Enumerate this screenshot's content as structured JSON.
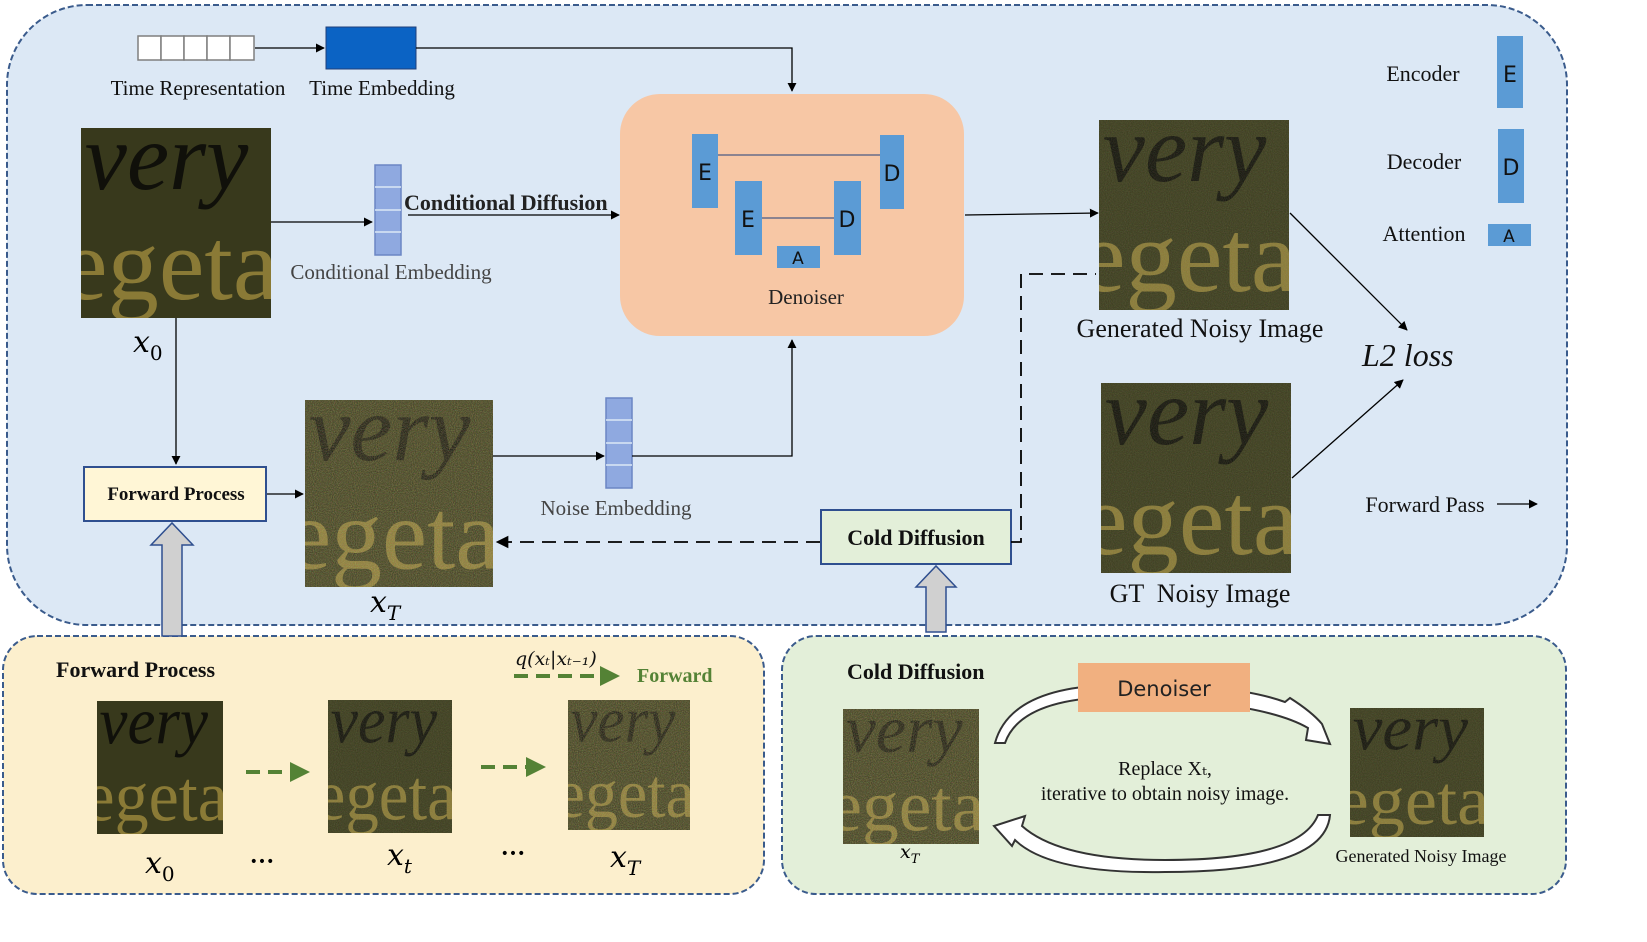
{
  "time": {
    "representation_label": "Time Representation",
    "embedding_label": "Time Embedding"
  },
  "legend": {
    "encoder_label": "Encoder",
    "encoder_symbol": "E",
    "decoder_label": "Decoder",
    "decoder_symbol": "D",
    "attention_label": "Attention",
    "attention_symbol": "A",
    "forward_pass_label": "Forward Pass"
  },
  "main": {
    "x0_base": "x",
    "x0_sub": "0",
    "conditional_diffusion_label": "Conditional Diffusion",
    "conditional_embedding_label": "Conditional Embedding",
    "denoiser_label": "Denoiser",
    "unet_e_outer": "E",
    "unet_e_inner": "E",
    "unet_d_inner": "D",
    "unet_d_outer": "D",
    "unet_attention": "A",
    "generated_noisy_label": "Generated Noisy Image",
    "gt_noisy_label": "GT  Noisy Image",
    "l2_loss_label": "L2 loss",
    "forward_process_label": "Forward Process",
    "xT_base": "x",
    "xT_sub": "T",
    "noise_embedding_label": "Noise Embedding",
    "cold_diffusion_label": "Cold Diffusion"
  },
  "forward_panel": {
    "title": "Forward Process",
    "q_label": "q(xₜ|xₜ₋₁)",
    "forward_label": "Forward",
    "x0_base": "x",
    "x0_sub": "0",
    "xt_base": "x",
    "xt_sub": "t",
    "xT_base": "x",
    "xT_sub": "T",
    "ellipsis_1": "•••",
    "ellipsis_2": "•••"
  },
  "cold_panel": {
    "title": "Cold Diffusion",
    "denoiser_label": "Denoiser",
    "replace_text": "Replace Xₜ,",
    "iterative_text": "iterative to obtain noisy image.",
    "xT_base": "x",
    "xT_sub": "T",
    "generated_label": "Generated Noisy Image"
  },
  "image_text": {
    "line1": "very",
    "line2": "egeta"
  },
  "colors": {
    "main_panel": "#dce8f5",
    "forward_panel": "#fcefcd",
    "cold_panel": "#e3efd9",
    "denoiser_main": "#f7c7a5",
    "denoiser_small": "#f1b080",
    "encoder_blue": "#5b9bd5",
    "time_embedding": "#0b63c4",
    "embedding_bar": "#8fa9e0",
    "panel_border": "#3a5b8c",
    "green_arrow": "#548235"
  }
}
